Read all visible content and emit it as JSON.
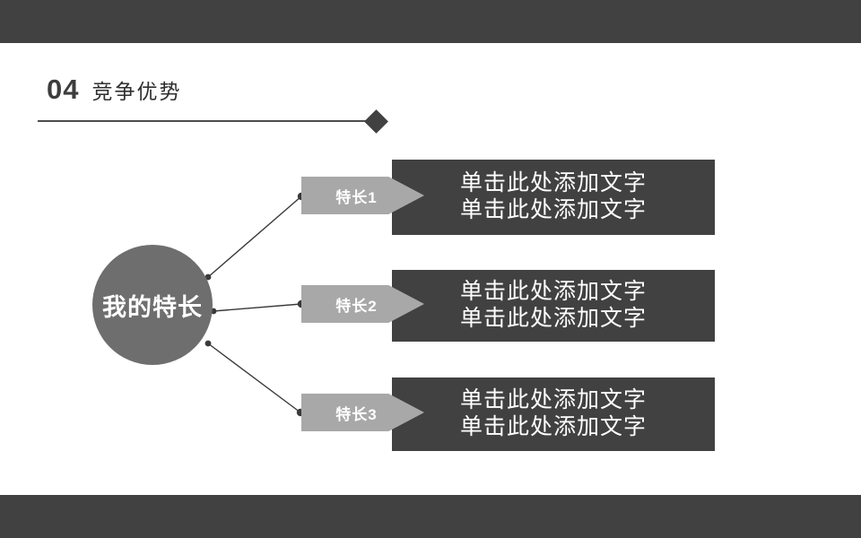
{
  "header": {
    "section_number": "04",
    "section_title": "竞争优势"
  },
  "diagram": {
    "circle_label": "我的特长",
    "items": [
      {
        "tag": "特长1",
        "line1": "单击此处添加文字",
        "line2": "单击此处添加文字"
      },
      {
        "tag": "特长2",
        "line1": "单击此处添加文字",
        "line2": "单击此处添加文字"
      },
      {
        "tag": "特长3",
        "line1": "单击此处添加文字",
        "line2": "单击此处添加文字"
      }
    ]
  },
  "colors": {
    "dark": "#414141",
    "circle_gray": "#6e6e6e",
    "arrow_gray": "#a8a8a8",
    "connector": "#3a3a3a",
    "background": "#ffffff"
  }
}
